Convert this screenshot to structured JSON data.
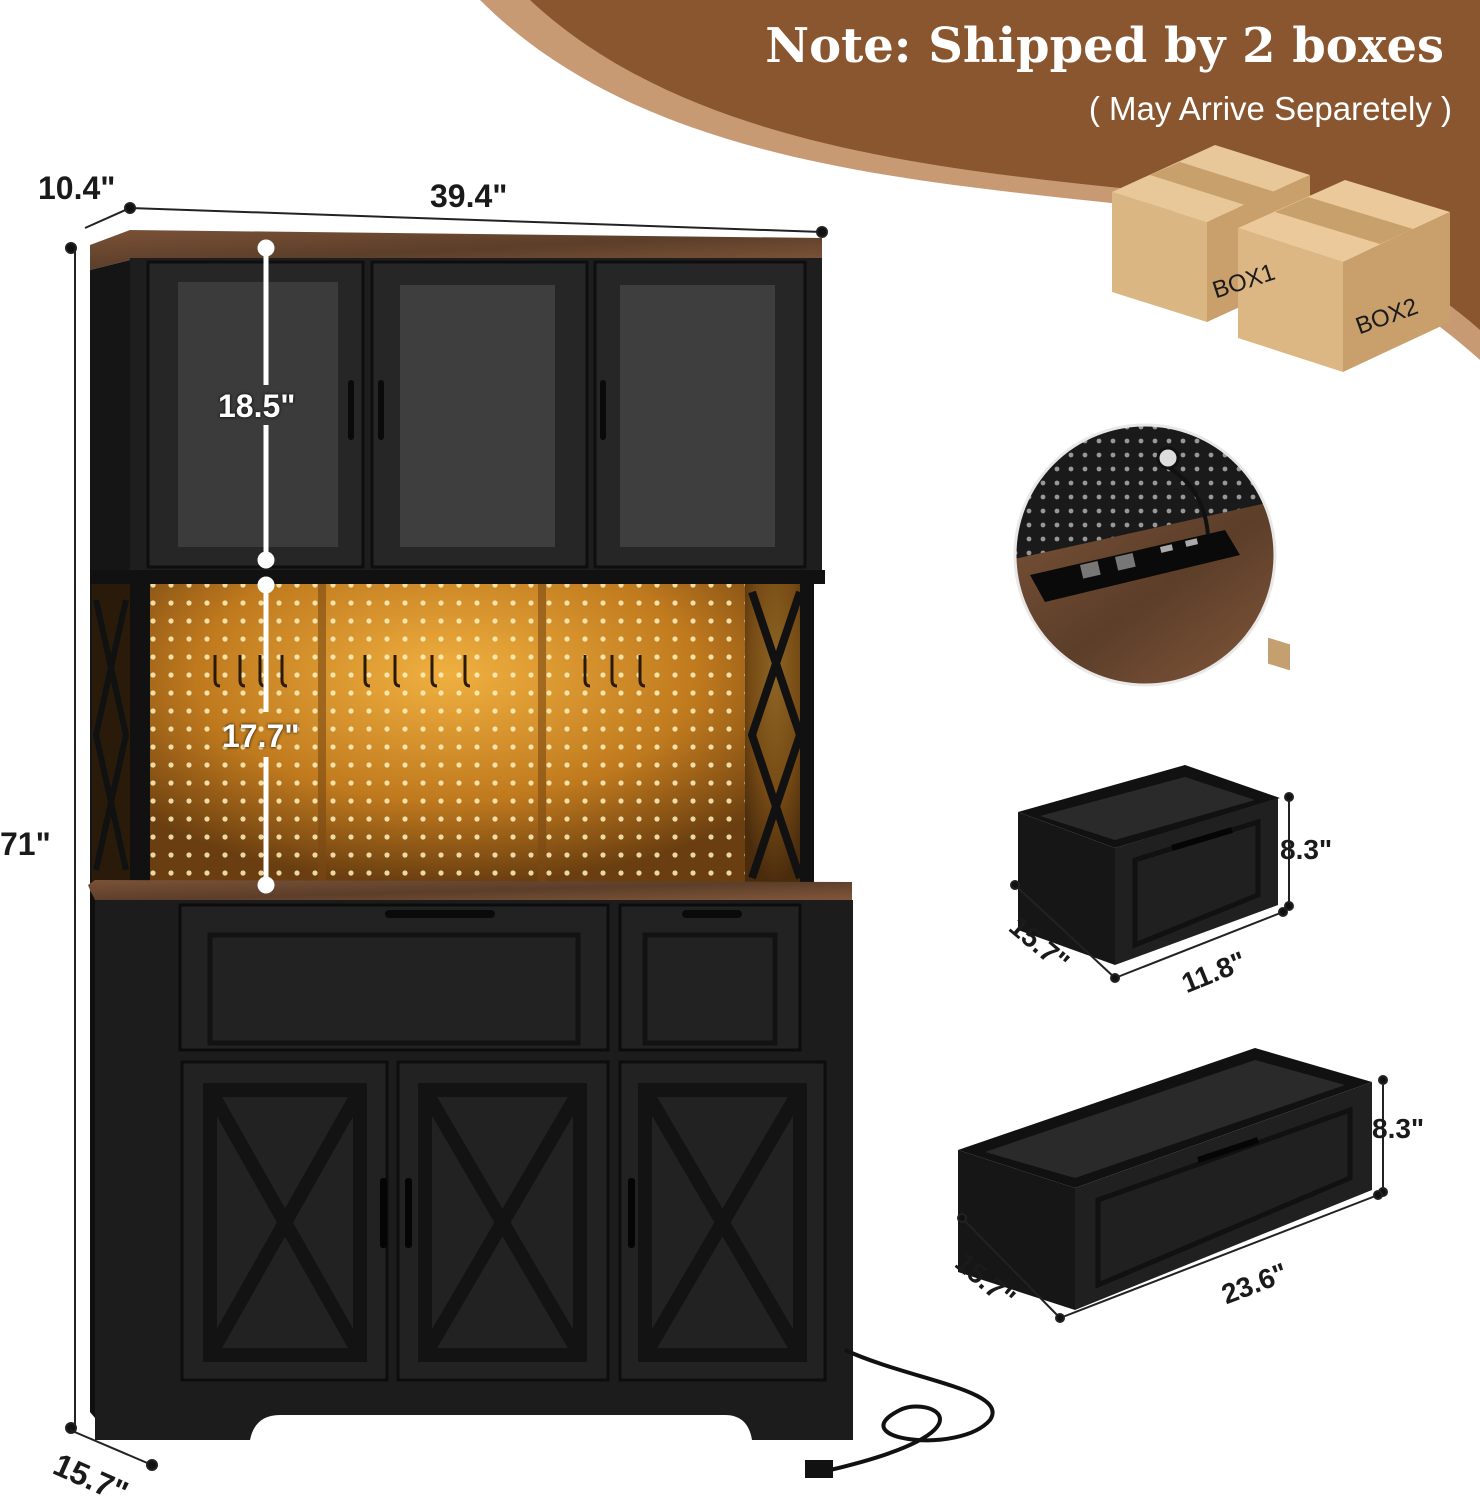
{
  "header": {
    "title": "Note: Shipped by 2 boxes",
    "subtitle": "( May Arrive Separetely )",
    "accent_color": "#8a5630",
    "accent_light": "#c79a74"
  },
  "boxes": [
    {
      "label": "BOX1"
    },
    {
      "label": "BOX2"
    }
  ],
  "cabinet": {
    "depth": "10.4\"",
    "width": "39.4\"",
    "height": "71\"",
    "upper_cabinet_height": "18.5\"",
    "hutch_height": "17.7\"",
    "base_depth": "15.7\""
  },
  "small_drawer": {
    "height": "8.3\"",
    "depth": "15.7\"",
    "width": "11.8\""
  },
  "large_drawer": {
    "height": "8.3\"",
    "depth": "15.7\"",
    "width": "23.6\""
  },
  "colors": {
    "cabinet_black": "#1c1c1c",
    "wood_top": "#6b4a33",
    "led_glow": "#d68a22"
  }
}
